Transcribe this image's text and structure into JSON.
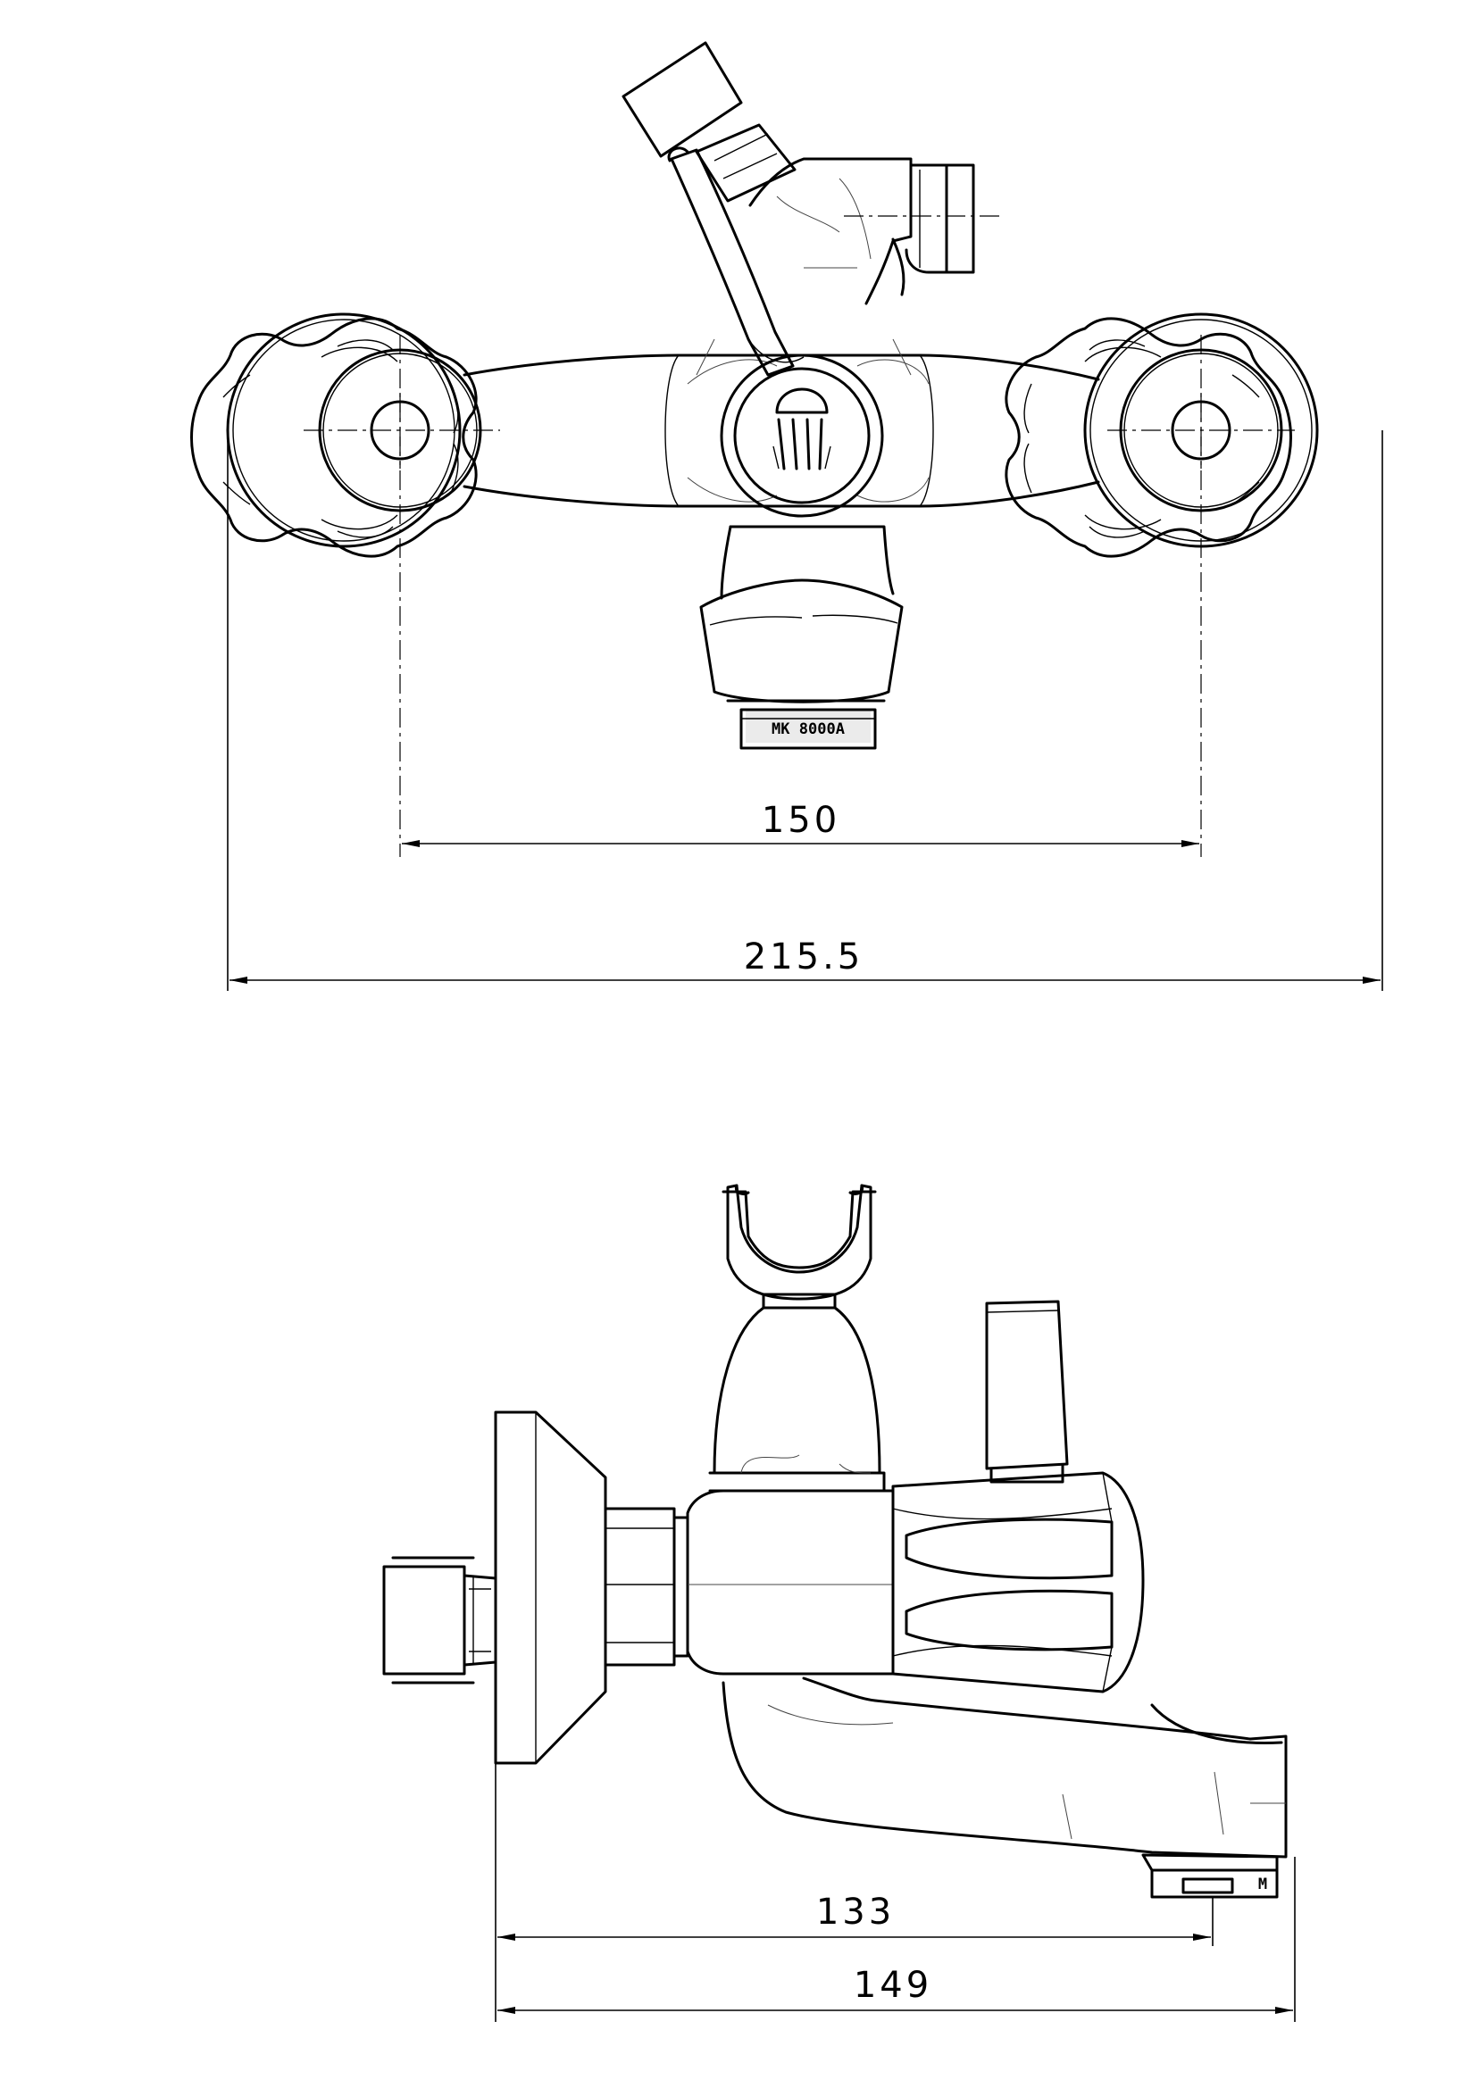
{
  "top_view": {
    "dimensions": {
      "handle_spacing": "150",
      "overall_width": "215.5"
    },
    "cartridge_marking": "MK 8000A"
  },
  "side_view": {
    "dimensions": {
      "spout_reach": "133",
      "overall_depth": "149"
    },
    "aerator_marking": "M"
  }
}
